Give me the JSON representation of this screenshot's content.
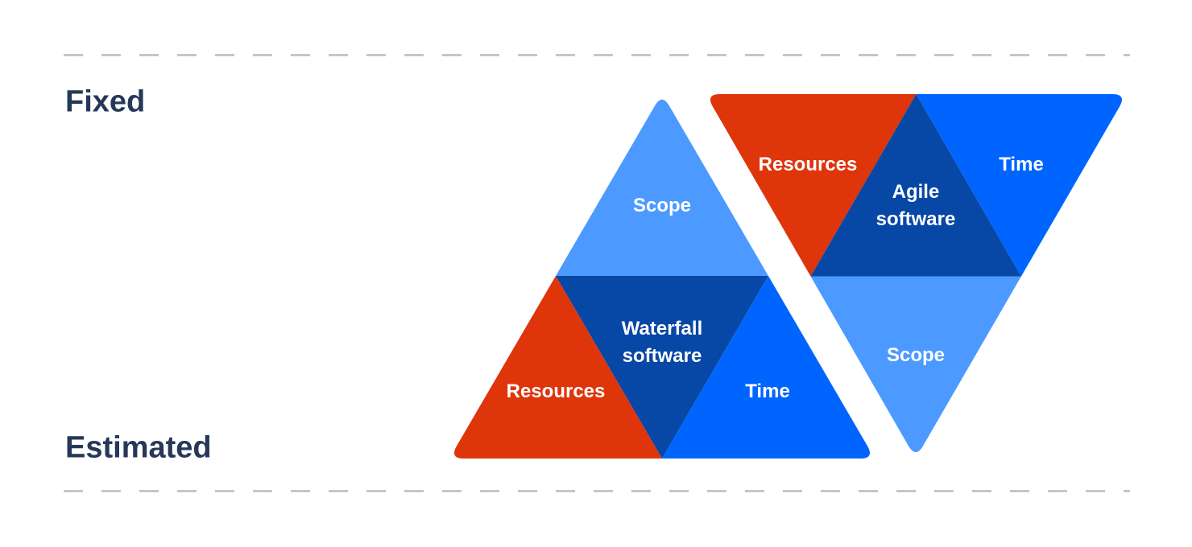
{
  "axis": {
    "fixed_label": "Fixed",
    "estimated_label": "Estimated"
  },
  "colors": {
    "scope_light_blue": "#4C9AFF",
    "time_bright_blue": "#0065FF",
    "center_dark_blue": "#0747A6",
    "resources_red": "#DE350B",
    "axis_label_text": "#253858",
    "triangle_label_text": "#FFFFFF",
    "dashed_line": "#C1C7D0",
    "background": "#FFFFFF"
  },
  "waterfall_triangle": {
    "title_line1": "Waterfall",
    "title_line2": "software",
    "top_label": "Scope",
    "bottom_left_label": "Resources",
    "bottom_right_label": "Time"
  },
  "agile_triangle": {
    "title_line1": "Agile",
    "title_line2": "software",
    "top_left_label": "Resources",
    "top_right_label": "Time",
    "bottom_label": "Scope"
  }
}
